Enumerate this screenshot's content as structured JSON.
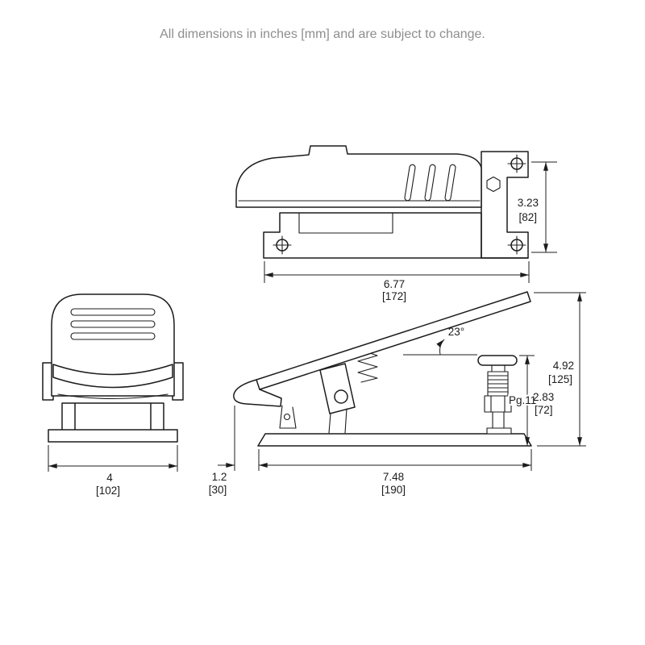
{
  "note": "All dimensions in inches [mm] and are subject to change.",
  "dims": {
    "side_closed": {
      "height_in": "3.23",
      "height_mm": "[82]",
      "length_in": "6.77",
      "length_mm": "[172]"
    },
    "front": {
      "width_in": "4",
      "width_mm": "[102]"
    },
    "side_open": {
      "pedal_angle": "23°",
      "overall_height_in": "4.92",
      "overall_height_mm": "[125]",
      "switch_height_in": "2.83",
      "switch_height_mm": "[72]",
      "conduit_thread": "Pg.11",
      "toe_overhang_in": "1.2",
      "toe_overhang_mm": "[30]",
      "base_length_in": "7.48",
      "base_length_mm": "[190]"
    }
  },
  "colors": {
    "line": "#1c1c1c",
    "note_text": "#8e8e8e",
    "background": "#ffffff"
  }
}
